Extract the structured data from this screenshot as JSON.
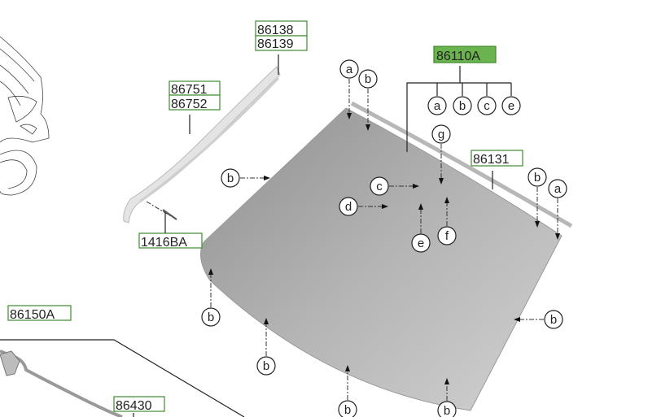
{
  "parts": {
    "glass_assembly": "86110A",
    "top_molding": "86131",
    "molding_upper_a": "86138",
    "molding_upper_b": "86139",
    "side_molding_a": "86751",
    "side_molding_b": "86752",
    "clip": "1416BA",
    "cowl": "86150A",
    "wiper_cover": "86430"
  },
  "callouts": {
    "a": "a",
    "b": "b",
    "c": "c",
    "d": "d",
    "e": "e",
    "f": "f",
    "g": "g"
  },
  "colors": {
    "label_border": "#3e8a2e",
    "highlight_fill": "#6bb34f",
    "glass": "#b5b5b5"
  }
}
